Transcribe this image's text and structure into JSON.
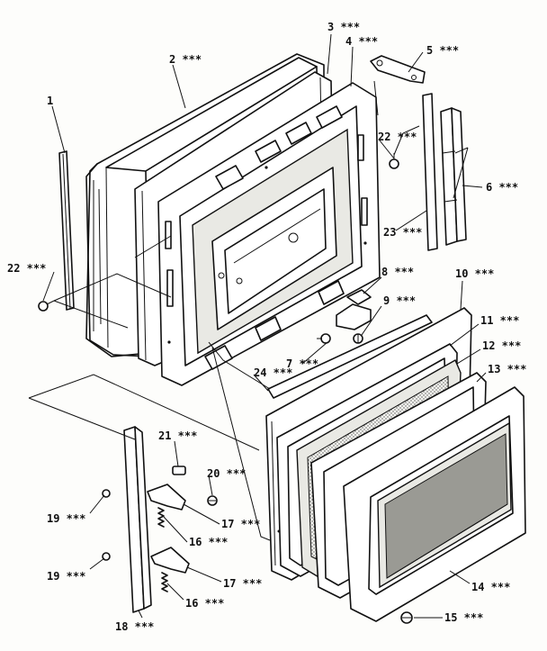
{
  "colors": {
    "ink": "#111111",
    "paper": "#fdfdfb",
    "screen": "#9a9a94"
  },
  "callouts": [
    {
      "id": "c1",
      "text": "1"
    },
    {
      "id": "c2",
      "text": "2 ***"
    },
    {
      "id": "c3",
      "text": "3 ***"
    },
    {
      "id": "c4",
      "text": "4 ***"
    },
    {
      "id": "c5",
      "text": "5 ***"
    },
    {
      "id": "c6",
      "text": "6 ***"
    },
    {
      "id": "c7",
      "text": "7 ***"
    },
    {
      "id": "c8",
      "text": "8 ***"
    },
    {
      "id": "c9",
      "text": "9 ***"
    },
    {
      "id": "c10",
      "text": "10 ***"
    },
    {
      "id": "c11",
      "text": "11 ***"
    },
    {
      "id": "c12",
      "text": "12 ***"
    },
    {
      "id": "c13",
      "text": "13 ***"
    },
    {
      "id": "c14",
      "text": "14 ***"
    },
    {
      "id": "c15",
      "text": "15 ***"
    },
    {
      "id": "c16a",
      "text": "16 ***"
    },
    {
      "id": "c16b",
      "text": "16 ***"
    },
    {
      "id": "c17a",
      "text": "17 ***"
    },
    {
      "id": "c17b",
      "text": "17 ***"
    },
    {
      "id": "c18",
      "text": "18 ***"
    },
    {
      "id": "c19a",
      "text": "19 ***"
    },
    {
      "id": "c19b",
      "text": "19 ***"
    },
    {
      "id": "c20",
      "text": "20 ***"
    },
    {
      "id": "c21",
      "text": "21 ***"
    },
    {
      "id": "c22a",
      "text": "22 ***"
    },
    {
      "id": "c22b",
      "text": "22 ***"
    },
    {
      "id": "c23",
      "text": "23 ***"
    },
    {
      "id": "c24",
      "text": "24 ***"
    }
  ]
}
